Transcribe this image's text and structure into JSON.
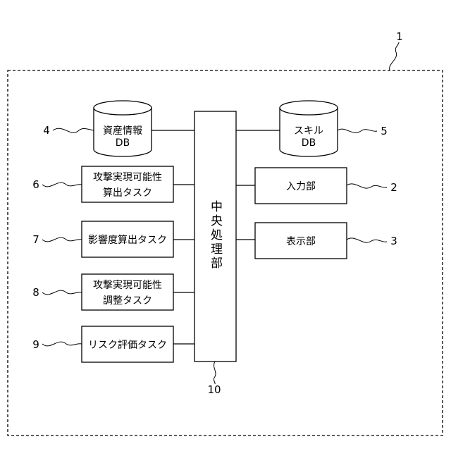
{
  "system": {
    "ref": "1"
  },
  "cpu": {
    "label": "中央処理部",
    "ref": "10"
  },
  "asset_db": {
    "line1": "資産情報",
    "line2": "DB",
    "ref": "4"
  },
  "skill_db": {
    "line1": "スキル",
    "line2": "DB",
    "ref": "5"
  },
  "input_unit": {
    "label": "入力部",
    "ref": "2"
  },
  "display_unit": {
    "label": "表示部",
    "ref": "3"
  },
  "attack_calc_task": {
    "line1": "攻撃実現可能性",
    "line2": "算出タスク",
    "ref": "6"
  },
  "impact_calc_task": {
    "label": "影響度算出タスク",
    "ref": "7"
  },
  "attack_adjust_task": {
    "line1": "攻撃実現可能性",
    "line2": "調整タスク",
    "ref": "8"
  },
  "risk_eval_task": {
    "label": "リスク評価タスク",
    "ref": "9"
  }
}
